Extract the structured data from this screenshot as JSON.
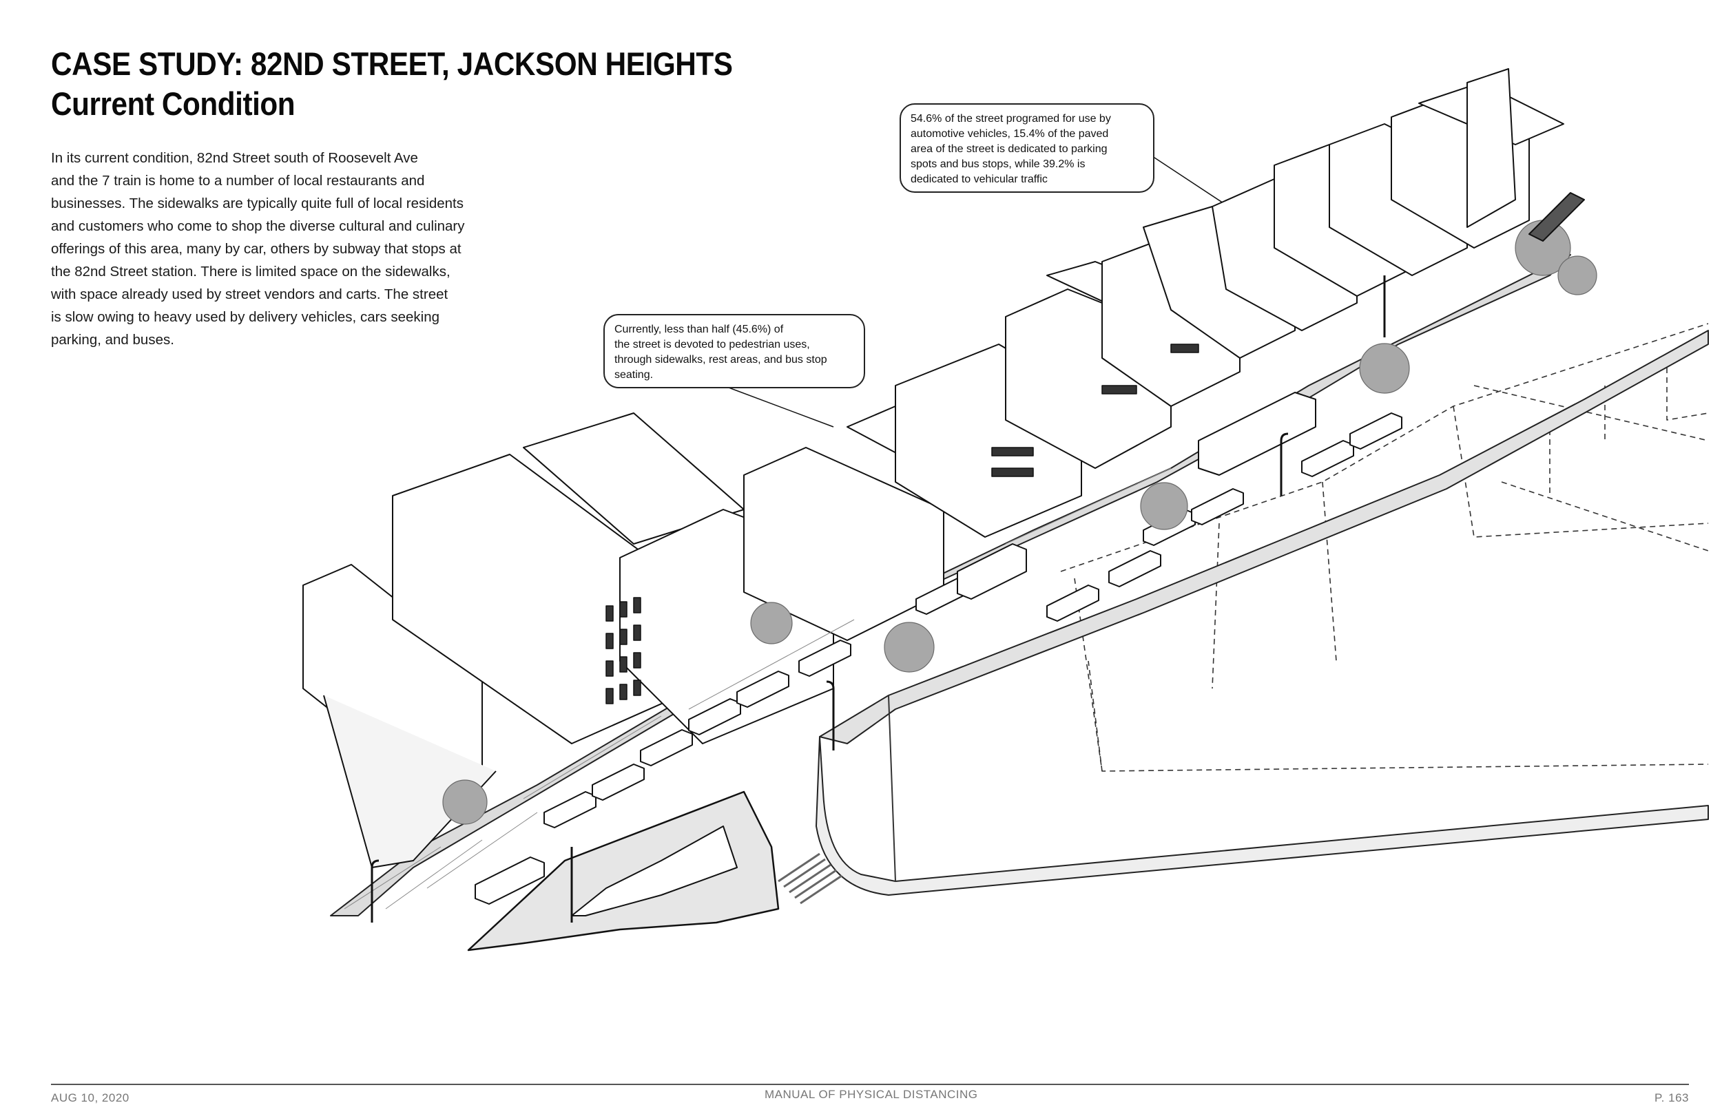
{
  "heading": {
    "line1": "CASE STUDY: 82ND STREET, JACKSON HEIGHTS",
    "line2": "Current Condition"
  },
  "intro_lines": [
    "In its current condition, 82nd Street south of Roosevelt Ave",
    "and the 7 train is home to a number of local restaurants and",
    "businesses.  The sidewalks are typically quite full of local residents",
    "and customers who come to shop the diverse cultural and culinary",
    "offerings of this area, many by car, others by subway that stops at",
    "the 82nd Street station. There is limited space on the sidewalks,",
    "with space already used by street vendors and carts. The street",
    "is slow owing to heavy used by delivery vehicles, cars seeking",
    "parking, and buses."
  ],
  "callout_vehicle_lines": [
    " 54.6% of the street programed for use by",
    "automotive vehicles, 15.4% of the paved",
    "area of the street is dedicated to parking",
    "spots and bus stops, while 39.2% is",
    " dedicated to vehicular traffic"
  ],
  "callout_pedestrian_lines": [
    "  Currently, less than half (45.6%) of",
    "the street is devoted to pedestrian uses,",
    "through sidewalks, rest areas, and bus stop",
    " seating."
  ],
  "footer": {
    "date": "AUG 10, 2020",
    "manual": "MANUAL OF PHYSICAL DISTANCING",
    "page": "P. 163"
  },
  "colors": {
    "ink": "#111111",
    "sidewalk": "#d9d9d9",
    "tree": "#9a9a9a",
    "footer_text": "#777777"
  }
}
